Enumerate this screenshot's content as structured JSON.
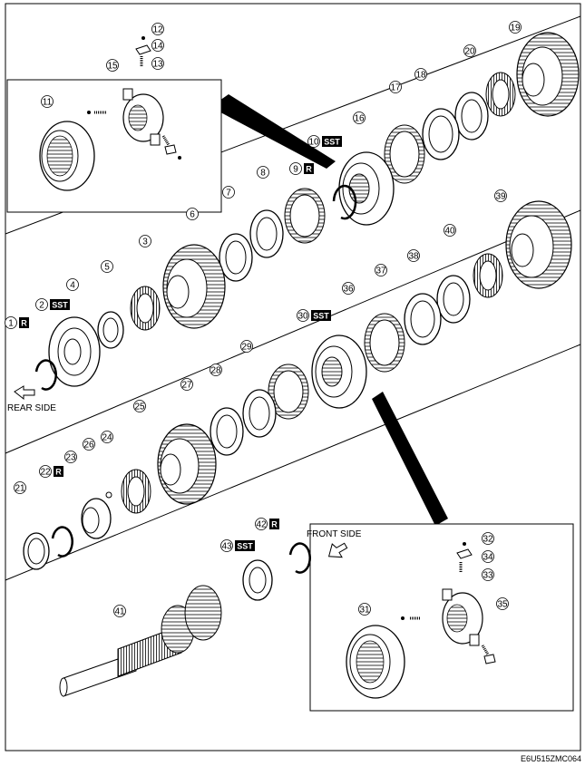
{
  "labels": {
    "rear_side": "REAR SIDE",
    "front_side": "FRONT SIDE",
    "figure_code": "E6U515ZMC064"
  },
  "markers": {
    "reuse": "R",
    "special_tool": "SST"
  },
  "parts": [
    "1",
    "2",
    "3",
    "4",
    "5",
    "6",
    "7",
    "8",
    "9",
    "10",
    "11",
    "12",
    "13",
    "14",
    "15",
    "16",
    "17",
    "18",
    "19",
    "20",
    "21",
    "22",
    "23",
    "24",
    "25",
    "26",
    "27",
    "28",
    "29",
    "30",
    "31",
    "32",
    "33",
    "34",
    "35",
    "36",
    "37",
    "38",
    "39",
    "40",
    "41",
    "42",
    "43"
  ],
  "part_tags": {
    "1": "R",
    "2": "SST",
    "9": "R",
    "10": "SST",
    "22": "R",
    "30": "SST",
    "42": "R",
    "43": "SST"
  }
}
